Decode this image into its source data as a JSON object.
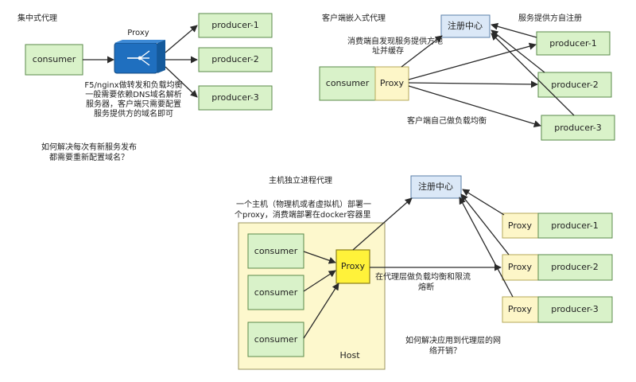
{
  "centralized": {
    "title": "集中式代理",
    "proxy_label": "Proxy",
    "consumer": "consumer",
    "producers": [
      "producer-1",
      "producer-2",
      "producer-3"
    ],
    "note_lines": [
      "F5/nginx做转发和负载均衡",
      "一般需要依赖DNS域名解析",
      "服务器，客户端只需要配置",
      "服务提供方的域名即可"
    ],
    "question_lines": [
      "如何解决每次有新服务发布",
      "都需要重新配置域名？"
    ]
  },
  "embedded": {
    "title": "客户端嵌入式代理",
    "registry": "注册中心",
    "register_note": "服务提供方自注册",
    "discover_lines": [
      "消费端自发现服务提供方地",
      "址并缓存"
    ],
    "consumer": "consumer",
    "proxy": "Proxy",
    "producers": [
      "producer-1",
      "producer-2",
      "producer-3"
    ],
    "lb_note": "客户端自己做负载均衡"
  },
  "host": {
    "title": "主机独立进程代理",
    "desc_lines": [
      "一个主机（物理机或者虚拟机）部署一",
      "个proxy，消费端部署在docker容器里"
    ],
    "registry": "注册中心",
    "consumers": [
      "consumer",
      "consumer",
      "consumer"
    ],
    "proxy": "Proxy",
    "host_label": "Host",
    "proxy_layer_lines": [
      "在代理层做负载均衡和限流",
      "熔断"
    ],
    "side_proxies": [
      "Proxy",
      "Proxy",
      "Proxy"
    ],
    "producers": [
      "producer-1",
      "producer-2",
      "producer-3"
    ],
    "question_lines": [
      "如何解决应用到代理层的网",
      "络开销？"
    ]
  }
}
